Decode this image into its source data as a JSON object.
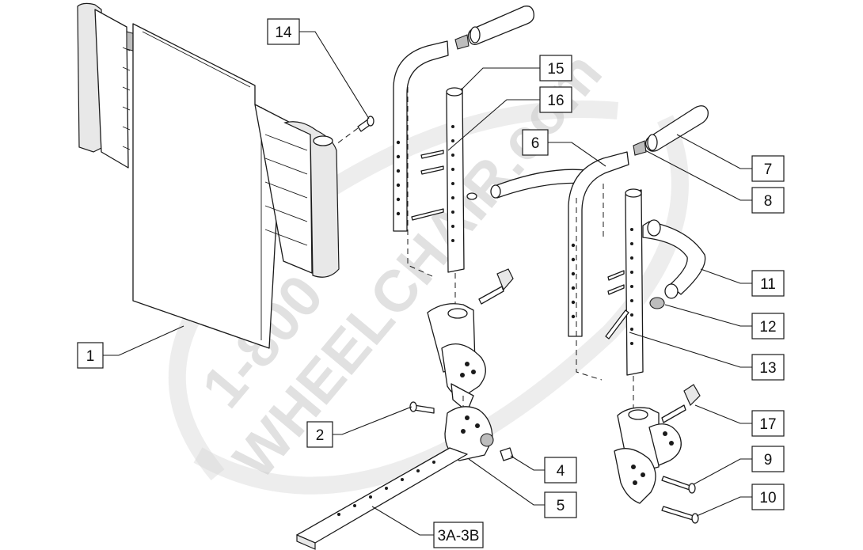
{
  "watermark": {
    "line1": "1-800",
    "line2": "WHEELCHAIR.com",
    "color": "#c9c9c9"
  },
  "callouts": [
    {
      "id": "1",
      "label": "1"
    },
    {
      "id": "2",
      "label": "2"
    },
    {
      "id": "3",
      "label": "3A-3B"
    },
    {
      "id": "4",
      "label": "4"
    },
    {
      "id": "5",
      "label": "5"
    },
    {
      "id": "6",
      "label": "6"
    },
    {
      "id": "7",
      "label": "7"
    },
    {
      "id": "8",
      "label": "8"
    },
    {
      "id": "9",
      "label": "9"
    },
    {
      "id": "10",
      "label": "10"
    },
    {
      "id": "11",
      "label": "11"
    },
    {
      "id": "12",
      "label": "12"
    },
    {
      "id": "13",
      "label": "13"
    },
    {
      "id": "14",
      "label": "14"
    },
    {
      "id": "15",
      "label": "15"
    },
    {
      "id": "16",
      "label": "16"
    },
    {
      "id": "17",
      "label": "17"
    }
  ]
}
